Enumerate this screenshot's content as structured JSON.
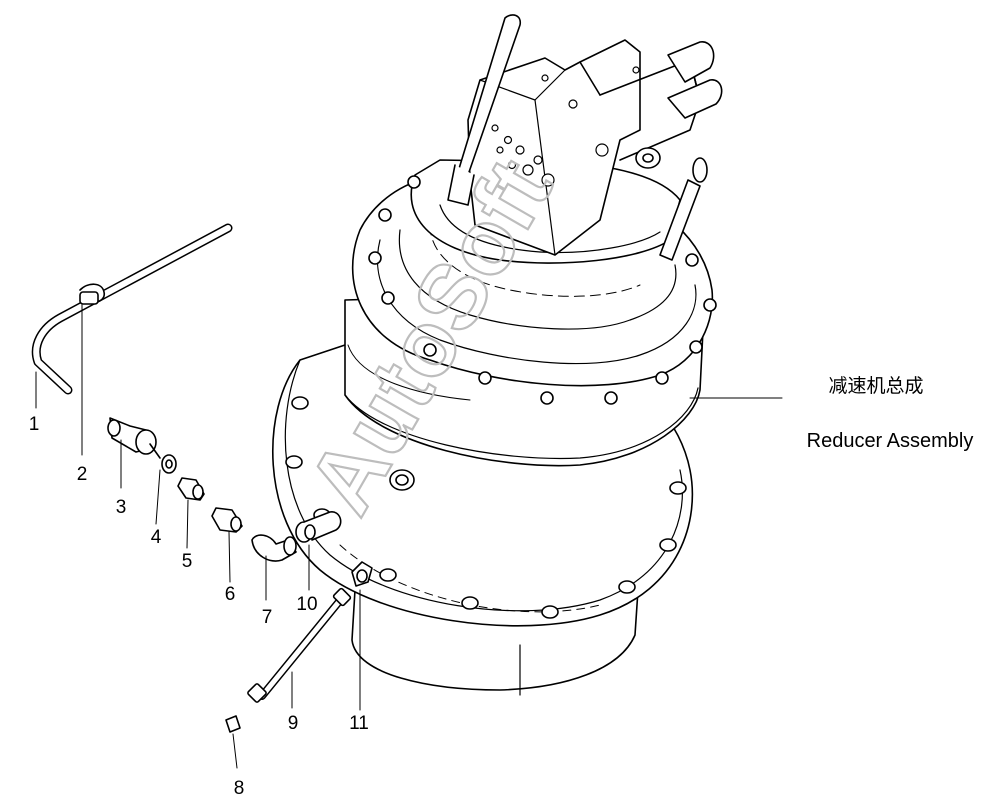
{
  "callouts": {
    "n1": "1",
    "n2": "2",
    "n3": "3",
    "n4": "4",
    "n5": "5",
    "n6": "6",
    "n7": "7",
    "n8": "8",
    "n9": "9",
    "n10": "10",
    "n11": "11"
  },
  "assembly_label": {
    "chinese": "减速机总成",
    "english": "Reducer Assembly"
  },
  "watermark": "AutoSoft"
}
